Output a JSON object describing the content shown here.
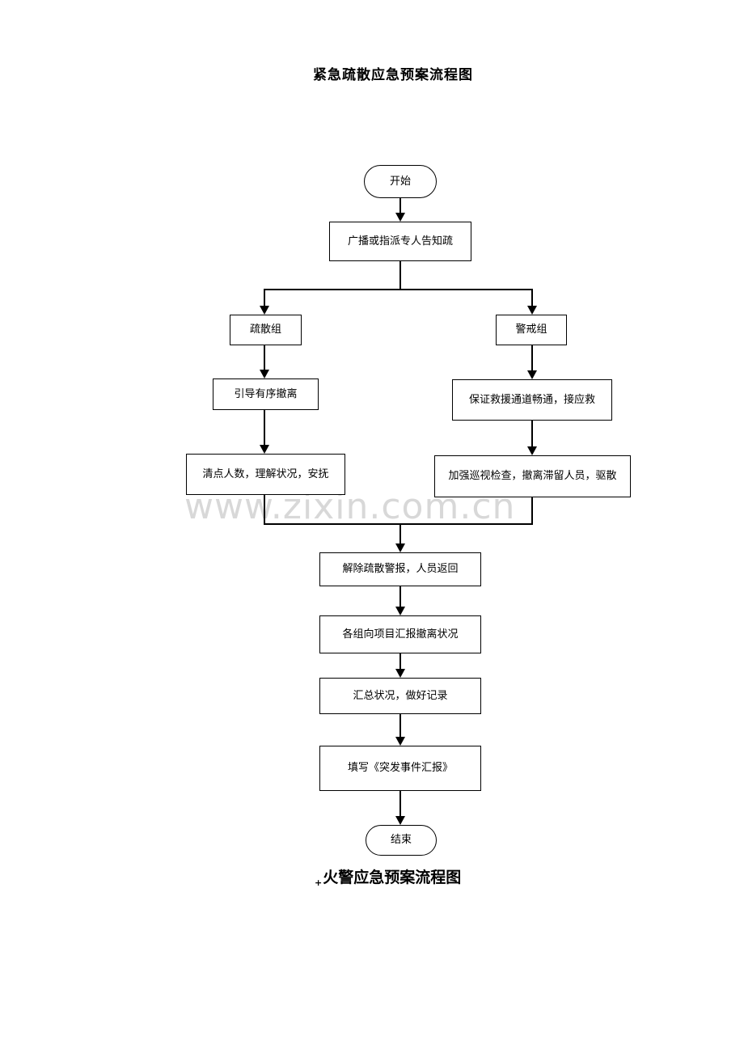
{
  "document": {
    "title": "紧急疏散应急预案流程图",
    "watermark": "www.zixin.com.cn",
    "footer_marker": "+",
    "footer_title": "火警应急预案流程图"
  },
  "colors": {
    "line": "#000000",
    "background": "#ffffff",
    "watermark_gray": "#d8d8d8",
    "text": "#000000"
  },
  "flowchart": {
    "type": "flowchart",
    "start": {
      "label": "开始",
      "shape": "terminator"
    },
    "steps": {
      "notify": "广播或指派专人告知疏",
      "evac_group": "疏散组",
      "guard_group": "警戒组",
      "guide": "引导有序撤离",
      "ensure": "保证救援通道畅通，接应救",
      "count": "清点人数，理解状况，安抚",
      "patrol": "加强巡视检查，撤离滞留人员，驱散",
      "release": "解除疏散警报，人员返回",
      "report": "各组向项目汇报撤离状况",
      "summary": "汇总状况，做好记录",
      "fill": "填写《突发事件汇报》"
    },
    "end": {
      "label": "结束",
      "shape": "terminator"
    },
    "edges": [
      {
        "from": "start",
        "to": "notify"
      },
      {
        "from": "notify",
        "to": "evac_group"
      },
      {
        "from": "notify",
        "to": "guard_group"
      },
      {
        "from": "evac_group",
        "to": "guide"
      },
      {
        "from": "guard_group",
        "to": "ensure"
      },
      {
        "from": "guide",
        "to": "count"
      },
      {
        "from": "ensure",
        "to": "patrol"
      },
      {
        "from": "count",
        "to": "release"
      },
      {
        "from": "patrol",
        "to": "release"
      },
      {
        "from": "release",
        "to": "report"
      },
      {
        "from": "report",
        "to": "summary"
      },
      {
        "from": "summary",
        "to": "fill"
      },
      {
        "from": "fill",
        "to": "end"
      }
    ]
  }
}
